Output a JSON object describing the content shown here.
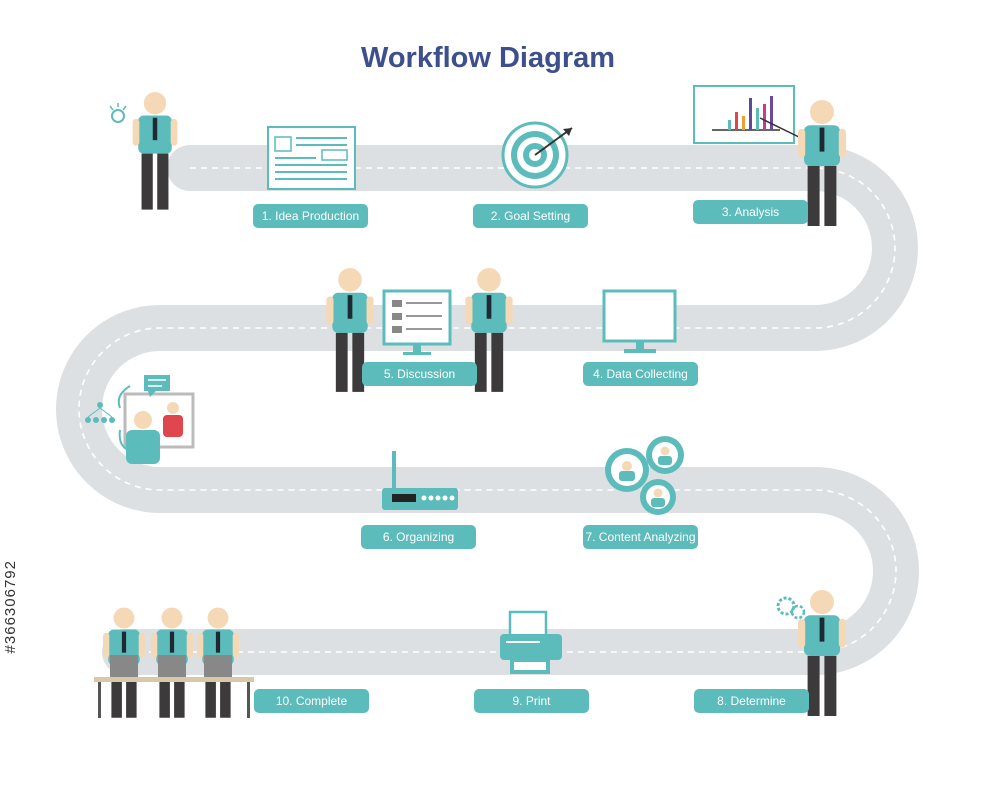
{
  "title": "Workflow Diagram",
  "steps": [
    {
      "label": "1. Idea Production",
      "icon": "document-icon"
    },
    {
      "label": "2. Goal Setting",
      "icon": "target-icon"
    },
    {
      "label": "3. Analysis",
      "icon": "chart-board-icon"
    },
    {
      "label": "4. Data Collecting",
      "icon": "monitor-icon"
    },
    {
      "label": "5. Discussion",
      "icon": "presentation-screen-icon"
    },
    {
      "label": "6. Organizing",
      "icon": "router-icon"
    },
    {
      "label": "7. Content Analyzing",
      "icon": "gears-icon"
    },
    {
      "label": "8. Determine",
      "icon": "person-gears-icon"
    },
    {
      "label": "9. Print",
      "icon": "printer-icon"
    },
    {
      "label": "10. Complete",
      "icon": "team-desk-icon"
    }
  ],
  "side_id": "#366306792",
  "colors": {
    "teal": "#5cbcbb",
    "road": "#dde0e3",
    "title": "#3d4f8c",
    "skin": "#f5d9b6",
    "pants": "#3c3a3a",
    "accent_red": "#e0464e"
  }
}
